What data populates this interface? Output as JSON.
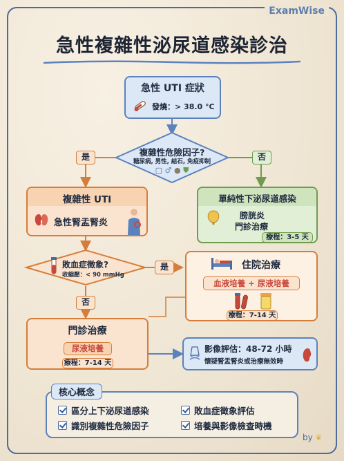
{
  "brand": "ExamWise",
  "title": "急性複雜性泌尿道感染診治",
  "symptom": {
    "title": "急性 UTI 症狀",
    "fever": "發燒：> 38.0 °C"
  },
  "risk": {
    "question": "複雜性危險因子?",
    "factors": "糖尿病, 男性, 結石, 免疫抑制"
  },
  "yes": "是",
  "no": "否",
  "complicated": {
    "title": "複雜性 UTI",
    "dx": "急性腎盂腎炎"
  },
  "simple": {
    "title": "單純性下泌尿道感染",
    "line1": "膀胱炎",
    "line2": "門診治療",
    "course": "療程：3-5 天"
  },
  "sepsis": {
    "question": "敗血症徵象?",
    "detail": "收縮壓：< 90 mmHg"
  },
  "inpatient": {
    "title": "住院治療",
    "culture": "血液培養 + 尿液培養",
    "course": "療程：7-14 天"
  },
  "outpatient": {
    "title": "門診治療",
    "culture": "尿液培養",
    "course": "療程：7-14 天"
  },
  "imaging": {
    "title": "影像評估：48-72 小時",
    "detail": "懷疑腎盂腎炎或治療無效時"
  },
  "core": {
    "title": "核心概念",
    "items": [
      "區分上下泌尿道感染",
      "敗血症徵象評估",
      "識別複雜性危險因子",
      "培養與影像檢查時機"
    ]
  },
  "footer": "by",
  "colors": {
    "blue": "#5b82bd",
    "orange": "#d57d3a",
    "green": "#6f9b4f",
    "red": "#c8483b"
  }
}
